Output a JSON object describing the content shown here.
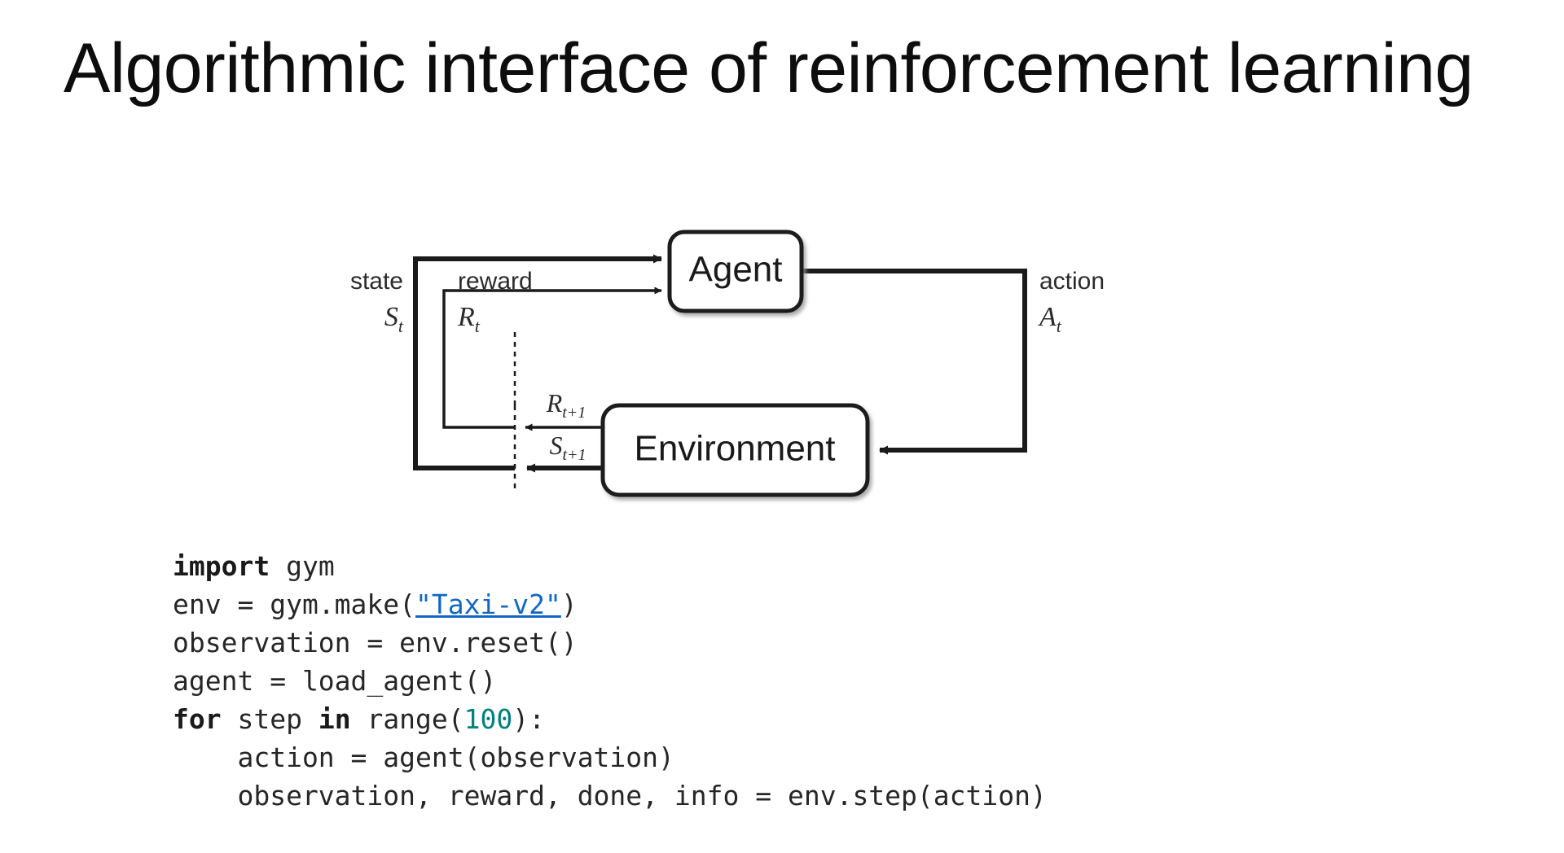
{
  "slide": {
    "title": "Algorithmic interface of reinforcement learning"
  },
  "diagram": {
    "type": "agent-environment-loop",
    "nodes": {
      "agent": "Agent",
      "environment": "Environment"
    },
    "labels": {
      "state_word": "state",
      "state_symbol": "S",
      "state_symbol_sub": "t",
      "reward_word": "reward",
      "reward_symbol": "R",
      "reward_symbol_sub": "t",
      "action_word": "action",
      "action_symbol": "A",
      "action_symbol_sub": "t",
      "reward_next": "R",
      "reward_next_sub": "t+1",
      "state_next": "S",
      "state_next_sub": "t+1"
    },
    "stroke_color": "#1a1a1a",
    "fill_color": "#ffffff"
  },
  "code": {
    "language": "python",
    "link_color": "#1267c4",
    "number_color": "#008080",
    "lines": [
      {
        "id": "line-1",
        "tokens": [
          {
            "t": "import",
            "k": "kw"
          },
          {
            "t": " gym",
            "k": "plain"
          }
        ]
      },
      {
        "id": "line-2",
        "tokens": [
          {
            "t": "env = gym.make(",
            "k": "plain"
          },
          {
            "t": "\"Taxi-v2\"",
            "k": "link"
          },
          {
            "t": ")",
            "k": "plain"
          }
        ]
      },
      {
        "id": "line-3",
        "tokens": [
          {
            "t": "observation = env.reset()",
            "k": "plain"
          }
        ]
      },
      {
        "id": "line-4",
        "tokens": [
          {
            "t": "agent = load_agent()",
            "k": "plain"
          }
        ]
      },
      {
        "id": "line-5",
        "tokens": [
          {
            "t": "for",
            "k": "kw"
          },
          {
            "t": " step ",
            "k": "plain"
          },
          {
            "t": "in",
            "k": "kw"
          },
          {
            "t": " range(",
            "k": "plain"
          },
          {
            "t": "100",
            "k": "num"
          },
          {
            "t": "):",
            "k": "plain"
          }
        ]
      },
      {
        "id": "line-6",
        "tokens": [
          {
            "t": "    action = agent(observation)",
            "k": "plain"
          }
        ]
      },
      {
        "id": "line-7",
        "tokens": [
          {
            "t": "    observation, reward, done, info = env.step(action)",
            "k": "plain"
          }
        ]
      }
    ]
  }
}
